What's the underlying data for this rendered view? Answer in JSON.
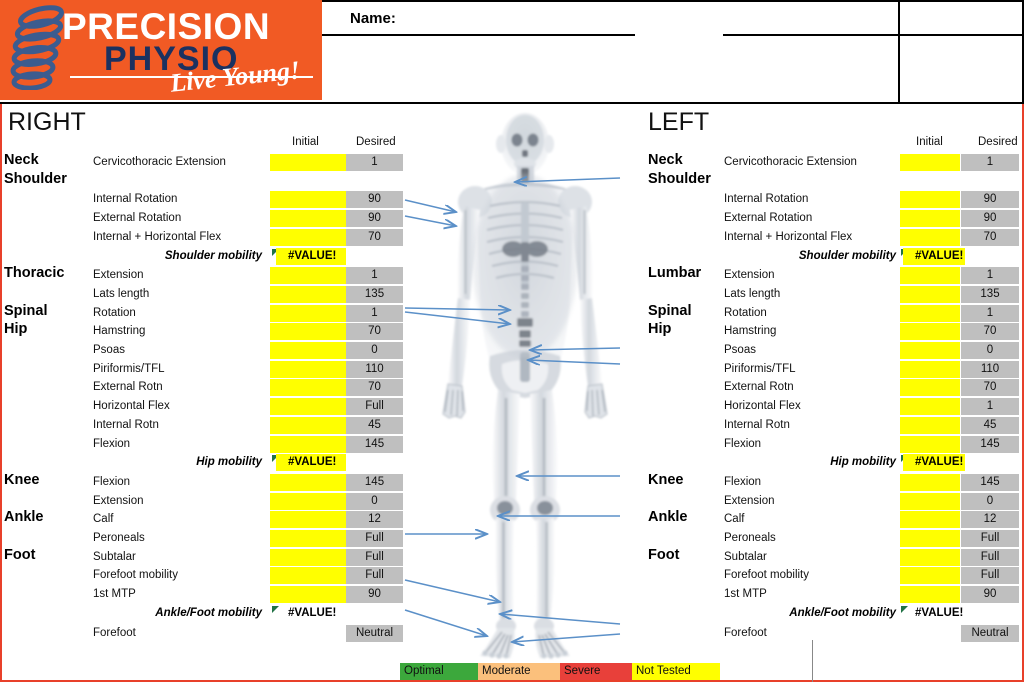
{
  "brand": {
    "line1": "PRECISION",
    "line2": "PHYSIO",
    "tagline": "Live Young!",
    "orange": "#F15A24",
    "navy": "#1B3160",
    "spring_icon": "coil-spring-icon"
  },
  "header": {
    "name_label": "Name:"
  },
  "columns": {
    "initial": "Initial",
    "desired": "Desired"
  },
  "sides": [
    {
      "id": "right",
      "title": "RIGHT",
      "rows": [
        {
          "group": "Neck",
          "movement": "Cervicothoracic Extension",
          "initial": "",
          "desired": "1"
        },
        {
          "group": "Shoulder",
          "movement": "",
          "initial": null,
          "desired": null
        },
        {
          "group": "",
          "movement": "Internal Rotation",
          "initial": "",
          "desired": "90"
        },
        {
          "group": "",
          "movement": "External Rotation",
          "initial": "",
          "desired": "90"
        },
        {
          "group": "",
          "movement": "Internal + Horizontal Flex",
          "initial": "",
          "desired": "70"
        },
        {
          "summary": "Shoulder mobility",
          "value": "#VALUE!",
          "highlight": true
        },
        {
          "group": "Thoracic",
          "movement": "Extension",
          "initial": "",
          "desired": "1"
        },
        {
          "group": "",
          "movement": "Lats length",
          "initial": "",
          "desired": "135"
        },
        {
          "group": "Spinal",
          "movement": "Rotation",
          "initial": "",
          "desired": "1"
        },
        {
          "group": "Hip",
          "movement": "Hamstring",
          "initial": "",
          "desired": "70"
        },
        {
          "group": "",
          "movement": "Psoas",
          "initial": "",
          "desired": "0"
        },
        {
          "group": "",
          "movement": "Piriformis/TFL",
          "initial": "",
          "desired": "110"
        },
        {
          "group": "",
          "movement": "External Rotn",
          "initial": "",
          "desired": "70"
        },
        {
          "group": "",
          "movement": "Horizontal Flex",
          "initial": "",
          "desired": "Full"
        },
        {
          "group": "",
          "movement": "Internal Rotn",
          "initial": "",
          "desired": "45"
        },
        {
          "group": "",
          "movement": "Flexion",
          "initial": "",
          "desired": "145"
        },
        {
          "summary": "Hip mobility",
          "value": "#VALUE!",
          "highlight": true
        },
        {
          "group": "Knee",
          "movement": "Flexion",
          "initial": "",
          "desired": "145"
        },
        {
          "group": "",
          "movement": "Extension",
          "initial": "",
          "desired": "0"
        },
        {
          "group": "Ankle",
          "movement": "Calf",
          "initial": "",
          "desired": "12"
        },
        {
          "group": "",
          "movement": "Peroneals",
          "initial": "",
          "desired": "Full"
        },
        {
          "group": "Foot",
          "movement": "Subtalar",
          "initial": "",
          "desired": "Full"
        },
        {
          "group": "",
          "movement": "Forefoot mobility",
          "initial": "",
          "desired": "Full"
        },
        {
          "group": "",
          "movement": "1st MTP",
          "initial": "",
          "desired": "90"
        },
        {
          "summary": "Ankle/Foot  mobility",
          "value": "#VALUE!",
          "highlight": false
        },
        {
          "group": "",
          "movement": "Forefoot",
          "initial": null,
          "desired": "Neutral"
        }
      ]
    },
    {
      "id": "left",
      "title": "LEFT",
      "rows": [
        {
          "group": "Neck",
          "movement": "Cervicothoracic Extension",
          "initial": "",
          "desired": "1"
        },
        {
          "group": "Shoulder",
          "movement": "",
          "initial": null,
          "desired": null
        },
        {
          "group": "",
          "movement": "Internal Rotation",
          "initial": "",
          "desired": "90"
        },
        {
          "group": "",
          "movement": "External Rotation",
          "initial": "",
          "desired": "90"
        },
        {
          "group": "",
          "movement": "Internal + Horizontal Flex",
          "initial": "",
          "desired": "70"
        },
        {
          "summary": "Shoulder mobility",
          "value": "#VALUE!",
          "highlight": true
        },
        {
          "group": "Lumbar",
          "movement": "Extension",
          "initial": "",
          "desired": "1"
        },
        {
          "group": "",
          "movement": "Lats length",
          "initial": "",
          "desired": "135"
        },
        {
          "group": "Spinal",
          "movement": "Rotation",
          "initial": "",
          "desired": "1"
        },
        {
          "group": "Hip",
          "movement": "Hamstring",
          "initial": "",
          "desired": "70"
        },
        {
          "group": "",
          "movement": "Psoas",
          "initial": "",
          "desired": "0"
        },
        {
          "group": "",
          "movement": "Piriformis/TFL",
          "initial": "",
          "desired": "110"
        },
        {
          "group": "",
          "movement": "External Rotn",
          "initial": "",
          "desired": "70"
        },
        {
          "group": "",
          "movement": "Horizontal Flex",
          "initial": "",
          "desired": "1"
        },
        {
          "group": "",
          "movement": "Internal Rotn",
          "initial": "",
          "desired": "45"
        },
        {
          "group": "",
          "movement": "Flexion",
          "initial": "",
          "desired": "145"
        },
        {
          "summary": "Hip mobility",
          "value": "#VALUE!",
          "highlight": true
        },
        {
          "group": "Knee",
          "movement": "Flexion",
          "initial": "",
          "desired": "145"
        },
        {
          "group": "",
          "movement": "Extension",
          "initial": "",
          "desired": "0"
        },
        {
          "group": "Ankle",
          "movement": "Calf",
          "initial": "",
          "desired": "12"
        },
        {
          "group": "",
          "movement": "Peroneals",
          "initial": "",
          "desired": "Full"
        },
        {
          "group": "Foot",
          "movement": "Subtalar",
          "initial": "",
          "desired": "Full"
        },
        {
          "group": "",
          "movement": "Forefoot mobility",
          "initial": "",
          "desired": "Full"
        },
        {
          "group": "",
          "movement": "1st MTP",
          "initial": "",
          "desired": "90"
        },
        {
          "summary": "Ankle/Foot  mobility",
          "value": "#VALUE!",
          "highlight": false
        },
        {
          "group": "",
          "movement": "Forefoot",
          "initial": null,
          "desired": "Neutral"
        }
      ]
    }
  ],
  "legend": [
    {
      "label": "Optimal",
      "color": "#3CA83C",
      "text": "#111111",
      "width": 78
    },
    {
      "label": "Moderate",
      "color": "#FBC07C",
      "text": "#111111",
      "width": 82
    },
    {
      "label": "Severe",
      "color": "#E8403A",
      "text": "#111111",
      "width": 72
    },
    {
      "label": "Not Tested",
      "color": "#FFFF00",
      "text": "#111111",
      "width": 88
    }
  ],
  "figure": {
    "name": "anatomical-xray-figure",
    "arrow_color": "#5B90C8"
  }
}
